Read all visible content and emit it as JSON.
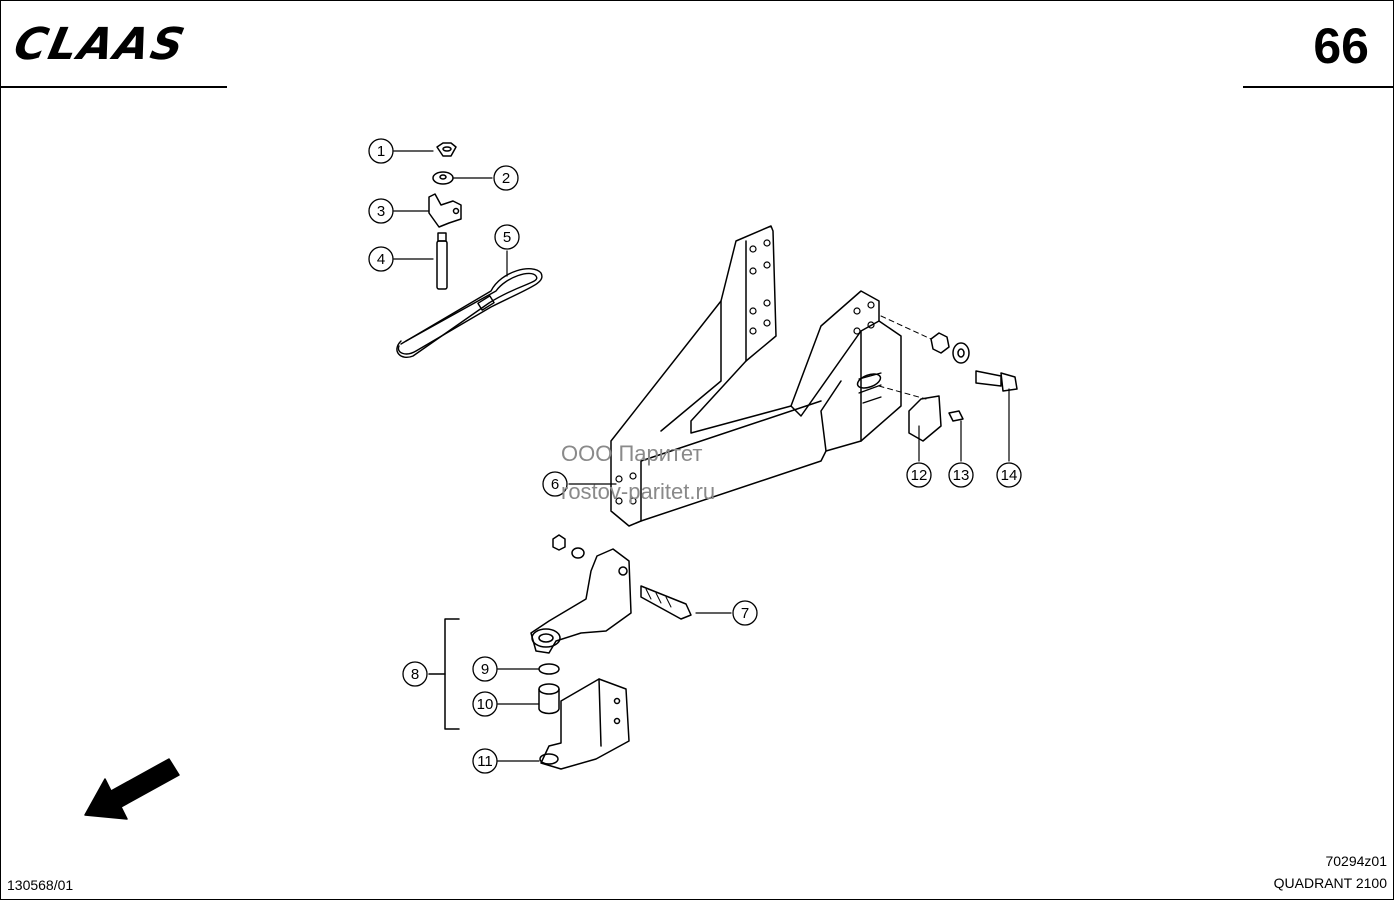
{
  "header": {
    "brand": "CLAAS",
    "page_number": "66"
  },
  "footer": {
    "doc_code": "130568/01",
    "figure_code": "70294z01",
    "model": "QUADRANT 2100"
  },
  "watermark": {
    "line1": "ООО Паритет",
    "line2": "rostov-paritet.ru"
  },
  "callouts": [
    "1",
    "2",
    "3",
    "4",
    "5",
    "6",
    "7",
    "8",
    "9",
    "10",
    "11",
    "12",
    "13",
    "14"
  ]
}
